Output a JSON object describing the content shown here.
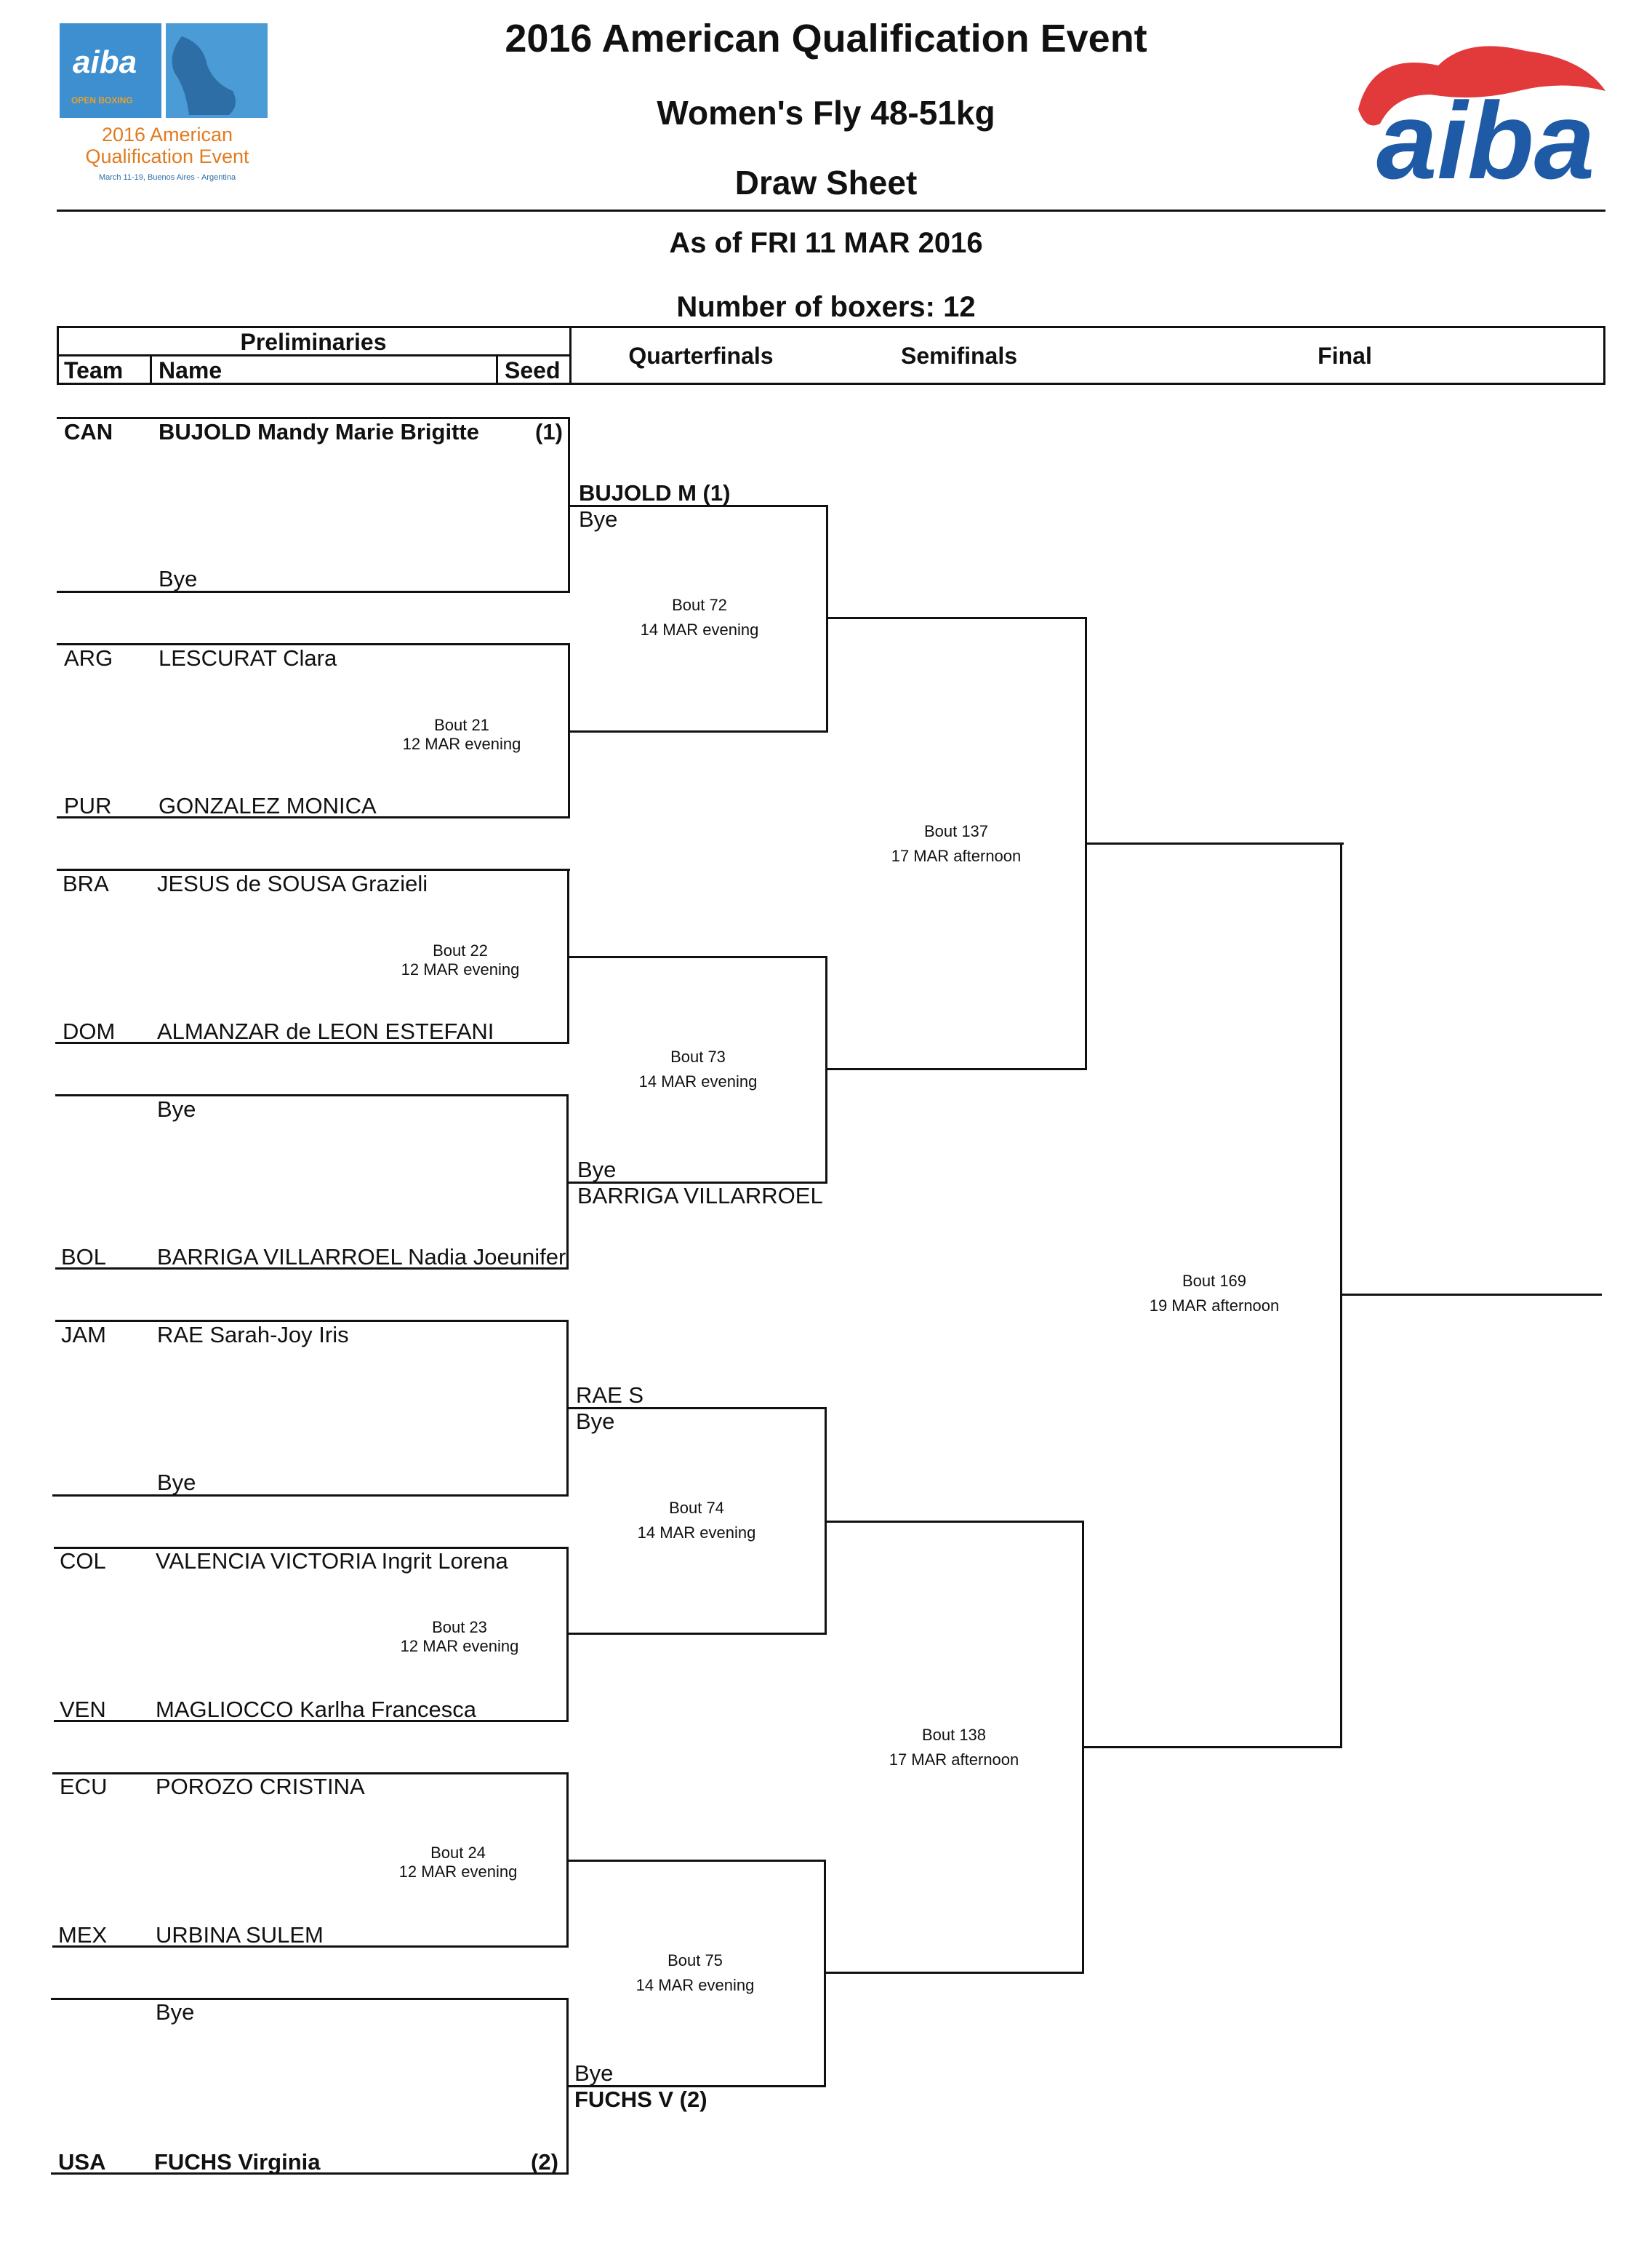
{
  "header": {
    "event": "2016 American Qualification Event",
    "category": "Women's Fly 48-51kg",
    "sheet": "Draw Sheet",
    "as_of": "As of FRI 11 MAR 2016",
    "count": "Number of boxers: 12"
  },
  "logos": {
    "left": {
      "brand": "aiba",
      "sub": "OPEN BOXING",
      "line1": "2016 American",
      "line2": "Qualification Event",
      "line3": "March 11-19, Buenos Aires - Argentina"
    },
    "right": {
      "brand": "aiba",
      "colors": {
        "red": "#e2393b",
        "blue": "#1e5aa6"
      }
    }
  },
  "table_header": {
    "prelims": "Preliminaries",
    "team": "Team",
    "name": "Name",
    "seed": "Seed",
    "qf": "Quarterfinals",
    "sf": "Semifinals",
    "final": "Final"
  },
  "entries": [
    {
      "team": "CAN",
      "name": "BUJOLD Mandy Marie Brigitte",
      "seed": "(1)"
    },
    {
      "team": "",
      "name": "Bye",
      "seed": ""
    },
    {
      "team": "ARG",
      "name": "LESCURAT Clara",
      "seed": ""
    },
    {
      "team": "PUR",
      "name": "GONZALEZ MONICA",
      "seed": ""
    },
    {
      "team": "BRA",
      "name": "JESUS de SOUSA Grazieli",
      "seed": ""
    },
    {
      "team": "DOM",
      "name": "ALMANZAR de LEON ESTEFANI",
      "seed": ""
    },
    {
      "team": "",
      "name": "Bye",
      "seed": ""
    },
    {
      "team": "BOL",
      "name": "BARRIGA VILLARROEL Nadia Joeunifer",
      "seed": ""
    },
    {
      "team": "JAM",
      "name": "RAE Sarah-Joy Iris",
      "seed": ""
    },
    {
      "team": "",
      "name": "Bye",
      "seed": ""
    },
    {
      "team": "COL",
      "name": "VALENCIA VICTORIA Ingrit Lorena",
      "seed": ""
    },
    {
      "team": "VEN",
      "name": "MAGLIOCCO Karlha Francesca",
      "seed": ""
    },
    {
      "team": "ECU",
      "name": "POROZO CRISTINA",
      "seed": ""
    },
    {
      "team": "MEX",
      "name": "URBINA SULEM",
      "seed": ""
    },
    {
      "team": "",
      "name": "Bye",
      "seed": ""
    },
    {
      "team": "USA",
      "name": "FUCHS Virginia",
      "seed": "(2)"
    }
  ],
  "prelim_bouts": [
    {
      "bout": "Bout  21",
      "when": "12 MAR evening"
    },
    {
      "bout": "Bout  22",
      "when": "12 MAR evening"
    },
    {
      "bout": "Bout  23",
      "when": "12 MAR evening"
    },
    {
      "bout": "Bout  24",
      "when": "12 MAR evening"
    }
  ],
  "qf_names": [
    "BUJOLD M (1)",
    "Bye",
    "Bye",
    "BARRIGA VILLARROEL",
    "RAE S",
    "Bye",
    "Bye",
    "FUCHS V (2)"
  ],
  "qf_bouts": [
    {
      "bout": "Bout  72",
      "when": "14 MAR evening"
    },
    {
      "bout": "Bout  73",
      "when": "14 MAR evening"
    },
    {
      "bout": "Bout  74",
      "when": "14 MAR evening"
    },
    {
      "bout": "Bout  75",
      "when": "14 MAR evening"
    }
  ],
  "sf_bouts": [
    {
      "bout": "Bout  137",
      "when": "17 MAR afternoon"
    },
    {
      "bout": "Bout  138",
      "when": "17 MAR afternoon"
    }
  ],
  "final_bout": {
    "bout": "Bout  169",
    "when": "19 MAR afternoon"
  }
}
